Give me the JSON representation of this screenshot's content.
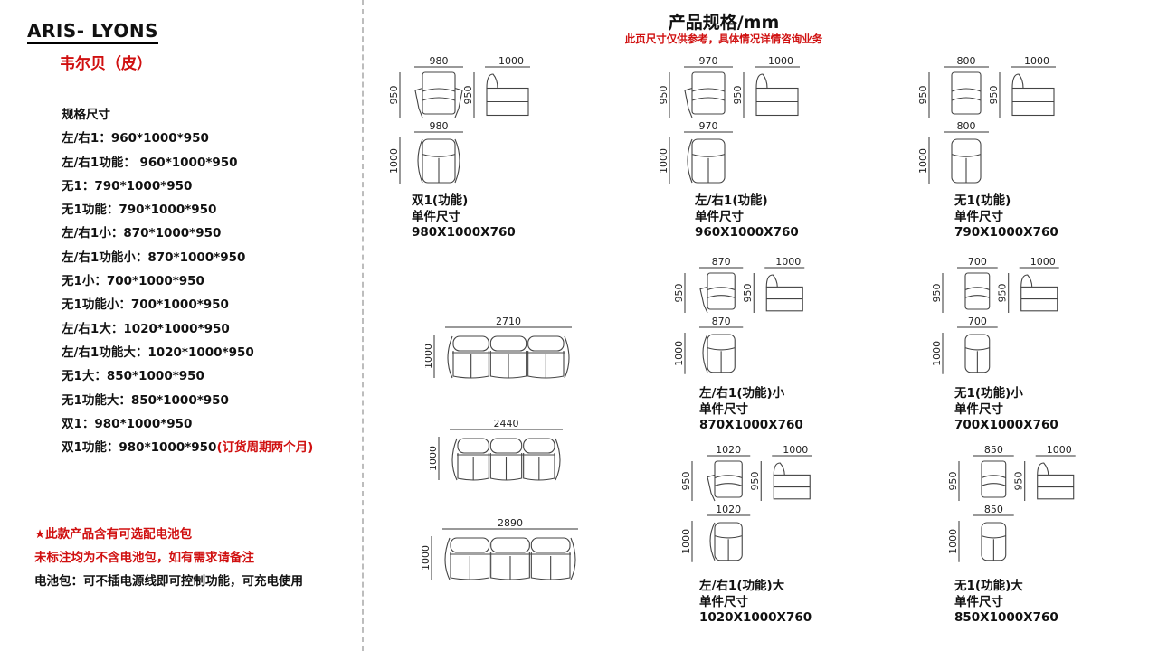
{
  "brand": {
    "name": "ARIS- LYONS",
    "subtitle": "韦尔贝（皮）"
  },
  "spec_list": {
    "heading": "规格尺寸",
    "items": [
      "左/右1：960*1000*950",
      "左/右1功能： 960*1000*950",
      "无1：790*1000*950",
      "无1功能：790*1000*950",
      "左/右1小：870*1000*950",
      "左/右1功能小：870*1000*950",
      "无1小：700*1000*950",
      "无1功能小：700*1000*950",
      "左/右1大：1020*1000*950",
      "左/右1功能大：1020*1000*950",
      "无1大：850*1000*950",
      "无1功能大：850*1000*950",
      "双1：980*1000*950"
    ],
    "last_item": "双1功能：980*1000*950",
    "last_item_note": "(订货周期两个月)"
  },
  "notes": {
    "line1": "★此款产品含有可选配电池包",
    "line2": "未标注均为不含电池包，如有需求请备注",
    "line3": "电池包：可不插电源线即可控制功能，可充电使用"
  },
  "header": {
    "title": "产品规格/mm",
    "disclaimer": "此页尺寸仅供参考，具体情况详情咨询业务"
  },
  "colors": {
    "accent_red": "#d01010",
    "divider": "#bdbdbd"
  },
  "products": [
    {
      "id": "double-1-function",
      "front_width": "980",
      "height": "950",
      "depth": "1000",
      "top_width": "980",
      "top_depth": "1000",
      "name": "双1(功能)",
      "size_label": "单件尺寸",
      "size": "980X1000X760"
    },
    {
      "id": "side-1-function",
      "front_width": "970",
      "height": "950",
      "depth": "1000",
      "top_width": "970",
      "top_depth": "1000",
      "name": "左/右1(功能)",
      "size_label": "单件尺寸",
      "size": "960X1000X760"
    },
    {
      "id": "none-1-function",
      "front_width": "800",
      "height": "950",
      "depth": "1000",
      "top_width": "800",
      "top_depth": "1000",
      "name": "无1(功能)",
      "size_label": "单件尺寸",
      "size": "790X1000X760"
    },
    {
      "id": "side-1-function-small",
      "front_width": "870",
      "height": "950",
      "depth": "1000",
      "top_width": "870",
      "top_depth": "1000",
      "name": "左/右1(功能)小",
      "size_label": "单件尺寸",
      "size": "870X1000X760"
    },
    {
      "id": "none-1-function-small",
      "front_width": "700",
      "height": "950",
      "depth": "1000",
      "top_width": "700",
      "top_depth": "1000",
      "name": "无1(功能)小",
      "size_label": "单件尺寸",
      "size": "700X1000X760"
    },
    {
      "id": "side-1-function-large",
      "front_width": "1020",
      "height": "950",
      "depth": "1000",
      "top_width": "1020",
      "top_depth": "1000",
      "name": "左/右1(功能)大",
      "size_label": "单件尺寸",
      "size": "1020X1000X760"
    },
    {
      "id": "none-1-function-large",
      "front_width": "850",
      "height": "950",
      "depth": "1000",
      "top_width": "850",
      "top_depth": "1000",
      "name": "无1(功能)大",
      "size_label": "单件尺寸",
      "size": "850X1000X760"
    }
  ],
  "sofas": [
    {
      "width": "2710",
      "depth": "1000"
    },
    {
      "width": "2440",
      "depth": "1000"
    },
    {
      "width": "2890",
      "depth": "1000"
    }
  ]
}
